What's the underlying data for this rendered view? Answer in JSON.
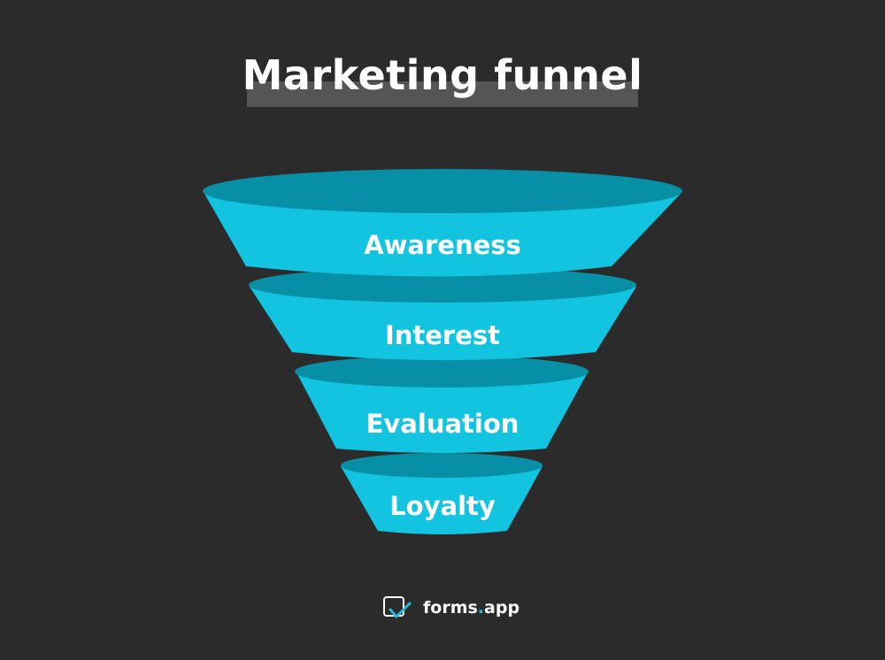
{
  "title": "Marketing funnel",
  "colors": {
    "background": "#2b2b2b",
    "title_bar": "#555555",
    "tier_front": "#12c4e0",
    "tier_top": "#078fa6",
    "text": "#ffffff",
    "logo_accent": "#29b6d8"
  },
  "funnel": {
    "tiers": [
      {
        "label": "Awareness"
      },
      {
        "label": "Interest"
      },
      {
        "label": "Evaluation"
      },
      {
        "label": "Loyalty"
      }
    ]
  },
  "logo": {
    "name": "forms",
    "dot": ".",
    "suffix": "app",
    "icon": "forms-app-check-icon"
  }
}
